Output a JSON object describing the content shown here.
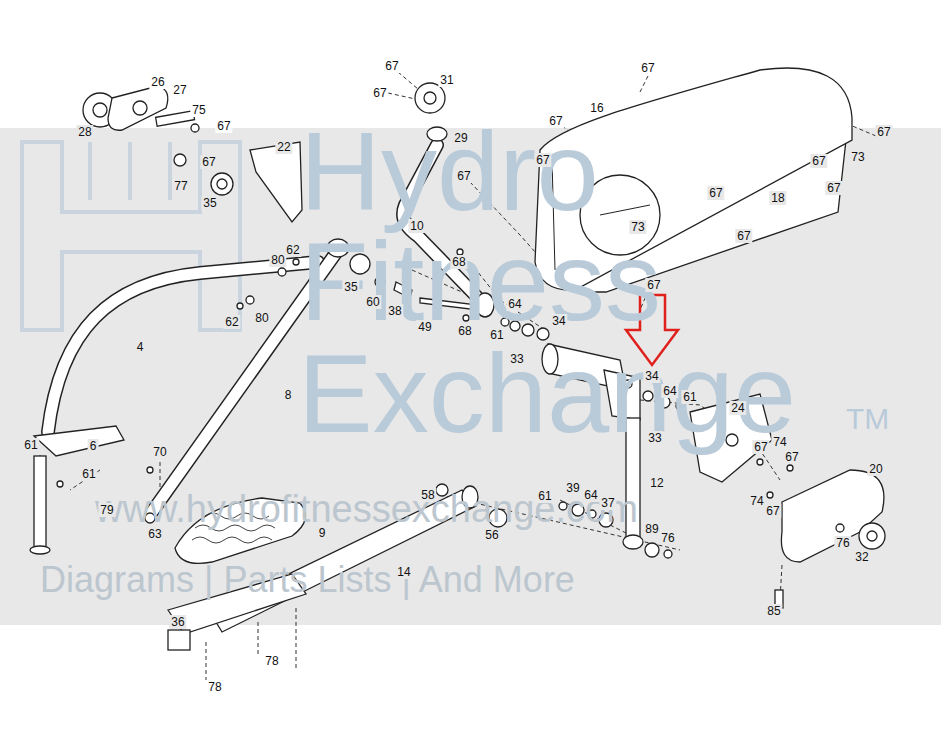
{
  "diagram": {
    "labels": [
      "67",
      "67",
      "31",
      "26",
      "27",
      "67",
      "16",
      "75",
      "67",
      "67",
      "28",
      "67",
      "29",
      "22",
      "73",
      "67",
      "67",
      "67",
      "67",
      "77",
      "67",
      "67",
      "18",
      "35",
      "10",
      "73",
      "67",
      "62",
      "80",
      "68",
      "67",
      "35",
      "60",
      "64",
      "38",
      "80",
      "34",
      "62",
      "49",
      "68",
      "61",
      "4",
      "33",
      "34",
      "64",
      "8",
      "61",
      "24",
      "33",
      "74",
      "61",
      "6",
      "67",
      "70",
      "67",
      "20",
      "61",
      "12",
      "39",
      "58",
      "61",
      "64",
      "74",
      "37",
      "79",
      "67",
      "89",
      "9",
      "63",
      "56",
      "76",
      "76",
      "32",
      "14",
      "85",
      "36",
      "78",
      "78",
      "Hydro",
      "Fitness",
      "Exchange",
      "TM",
      "www.hydrofitnessexchange.com",
      "Diagrams | Parts Lists | And More"
    ]
  }
}
